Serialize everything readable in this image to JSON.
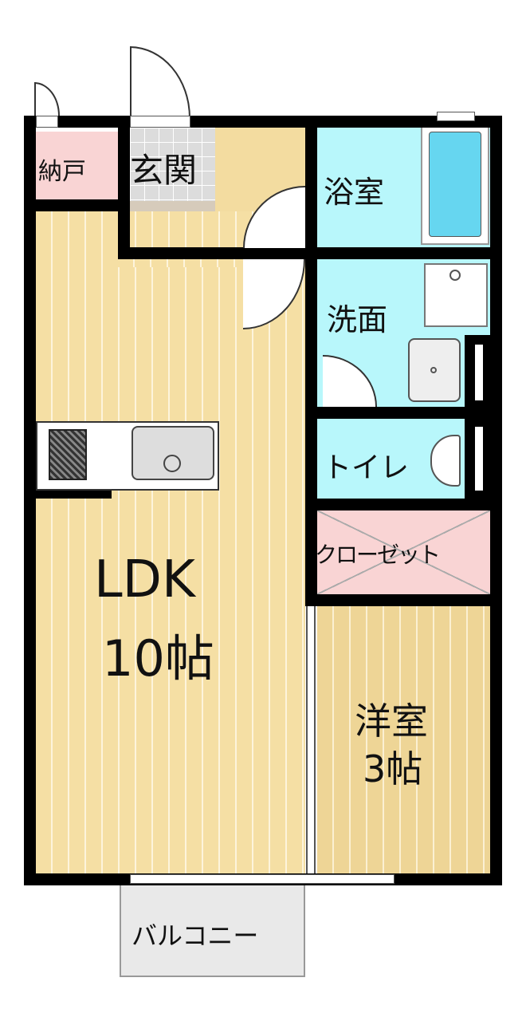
{
  "rooms": {
    "storage": "納戸",
    "entrance": "玄関",
    "bath": "浴室",
    "washroom": "洗面",
    "toilet": "トイレ",
    "closet": "クローゼット",
    "ldk_name": "LDK",
    "ldk_size": "10帖",
    "western_name": "洋室",
    "western_size": "3帖",
    "balcony": "バルコニー"
  },
  "colors": {
    "storage": "#f9d4d4",
    "wet_area": "#b8f7fb",
    "floor": "#f5dfa4",
    "entrance_tile": "#dcdcdc",
    "entrance_step": "#d6cbbb"
  }
}
